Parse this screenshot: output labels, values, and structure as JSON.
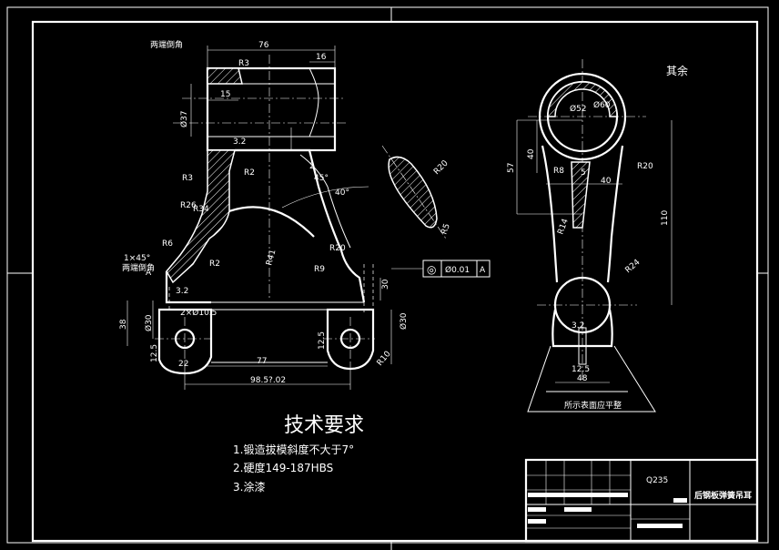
{
  "drawing": {
    "colors": {
      "background": "#000000",
      "lines": "#ffffff"
    },
    "front_view": {
      "note_top": "两端倒角",
      "note_left": "两端倒角",
      "dims": {
        "width_top": "76",
        "top_right": "16",
        "r_top": "R3",
        "len_15": "15",
        "dia_bore": "Ø37",
        "r3_left": "R3",
        "r2_a": "R2",
        "r26": "R26",
        "r34": "R34",
        "r6": "R6",
        "r2_b": "R2",
        "r41": "R41",
        "r20": "R20",
        "r9": "R9",
        "angle_40": "40°",
        "angle_45": "45°",
        "two": "2",
        "chamfer": "1×45°",
        "height_38": "38",
        "dia_30_left": "Ø30",
        "two_holes": "2×Ø10.5",
        "w_77": "77",
        "w_985": "98.5?.02",
        "dim_30": "30",
        "dia_30_right": "Ø30",
        "r10": "R10",
        "dim_22": "22",
        "dim_125_a": "12.5",
        "dim_125_b": "12.5",
        "ra_32": "3.2",
        "ra_32b": "3.2",
        "r20_detail": "R20",
        "r5_detail": "R5",
        "datum_a": "A"
      },
      "tolerance_frame": {
        "symbol": "◎",
        "value": "Ø0.01",
        "datum": "A"
      }
    },
    "side_view": {
      "other_surface": "其余",
      "dims": {
        "d52": "Ø52",
        "d60": "Ø60",
        "r8": "R8",
        "r20": "R20",
        "dim_40a": "40",
        "dim_57": "57",
        "dim_40b": "40",
        "dim_5": "5",
        "r14": "R14",
        "dim_110": "110",
        "r24": "R24",
        "dim_48": "48",
        "dim_125": "12.5",
        "ra_32": "3.2"
      },
      "base_label": "所示表面应平整"
    },
    "requirements": {
      "title": "技术要求",
      "items": [
        "1.锻造拔模斜度不大于7°",
        "2.硬度149-187HBS",
        "3.涂漆"
      ]
    },
    "title_block": {
      "material": "Q235",
      "name": "后钢板弹簧吊耳"
    }
  }
}
